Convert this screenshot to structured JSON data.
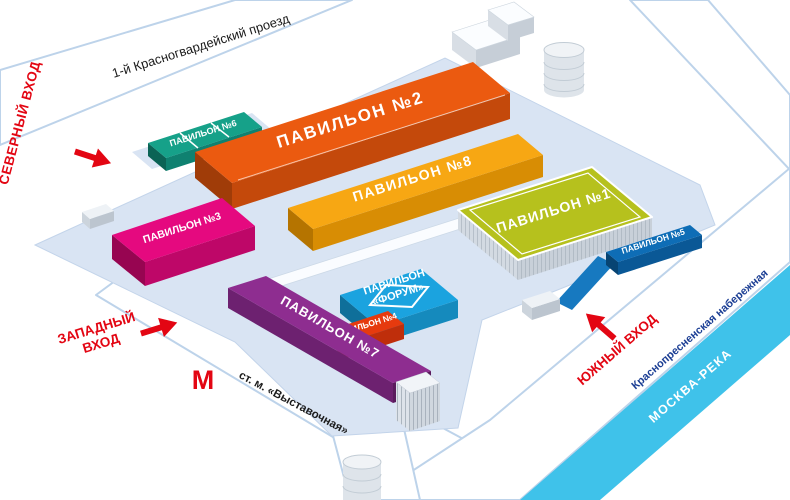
{
  "map": {
    "streets": {
      "north_road": "1-й Красногвардейский проезд",
      "embankment": "Краснопресненская набережная",
      "river": "МОСКВА-РЕКА",
      "metro_symbol": "М",
      "metro_station": "ст. м. «Выставочная»"
    },
    "entrances": {
      "north": "СЕВЕРНЫЙ ВХОД",
      "west_line1": "ЗАПАДНЫЙ",
      "west_line2": "ВХОД",
      "south": "ЮЖНЫЙ ВХОД"
    },
    "pavilions": {
      "p1": "ПАВИЛЬОН №1",
      "p2": "ПАВИЛЬОН №2",
      "p3": "ПАВИЛЬОН №3",
      "p4": "ПАВИЛЬОН №4",
      "p5": "ПАВИЛЬОН №5",
      "p6": "ПАВИЛЬОН №6",
      "p7": "ПАВИЛЬОН №7",
      "p8": "ПАВИЛЬОН №8",
      "forum_line1": "ПАВИЛЬОН",
      "forum_line2": "«ФОРУМ»"
    },
    "colors": {
      "pavilion1": "#b6c11d",
      "pavilion2": "#eb5a10",
      "pavilion3": "#e5097f",
      "pavilion4": "#e63a0e",
      "pavilion5": "#0e6db6",
      "pavilion6": "#16a189",
      "pavilion7": "#8e2d90",
      "pavilion8": "#f7a713",
      "forum": "#1ba3df",
      "river": "#3fc2ea",
      "accent_red": "#e30613",
      "embankment_text": "#1b3e94",
      "platform": "#d9e4f3"
    }
  }
}
